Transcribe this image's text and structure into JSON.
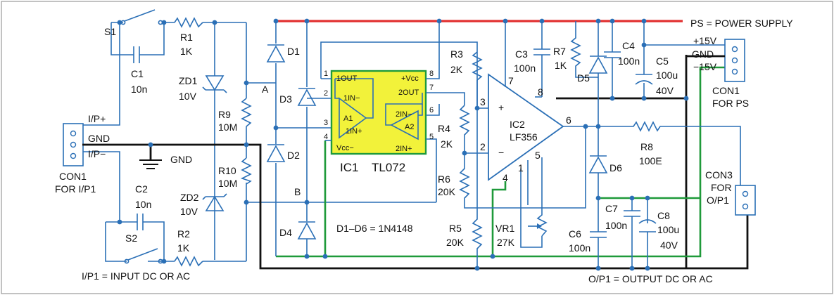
{
  "colors": {
    "wire": "#2a6fb6",
    "power_rail": "#e23030",
    "neg_rail": "#1f9a3a",
    "ground": "#111111",
    "ic_fill": "#f2f23a",
    "ic_border": "#1f9a3a"
  },
  "labels": {
    "ps_note": "PS = POWER SUPPLY",
    "ps_p15": "+15V",
    "ps_gnd": "GND",
    "ps_m15": "−15V",
    "con1ps_name": "CON1",
    "con1ps_for": "FOR PS",
    "con1in_name": "CON1",
    "con1in_for": "FOR I/P1",
    "ip_plus": "I/P+",
    "ip_gnd": "GND",
    "ip_minus": "I/P−",
    "gnd_sym": "GND",
    "input_note": "I/P1 = INPUT DC OR AC",
    "output_note": "O/P1 = OUTPUT DC OR AC",
    "diode_note": "D1–D6 = 1N4148",
    "con3_name": "CON3",
    "con3_for": "FOR",
    "con3_op": "O/P1",
    "node_a": "A",
    "node_b": "B"
  },
  "parts": {
    "s1": "S1",
    "s2": "S2",
    "r1": "R1",
    "r1v": "1K",
    "r2": "R2",
    "r2v": "1K",
    "c1": "C1",
    "c1v": "10n",
    "c2": "C2",
    "c2v": "10n",
    "zd1": "ZD1",
    "zd1v": "10V",
    "zd2": "ZD2",
    "zd2v": "10V",
    "r9": "R9",
    "r9v": "10M",
    "r10": "R10",
    "r10v": "10M",
    "d1": "D1",
    "d2": "D2",
    "d3": "D3",
    "d4": "D4",
    "d5": "D5",
    "d6": "D6",
    "r3": "R3",
    "r3v": "2K",
    "r4": "R4",
    "r4v": "2K",
    "r5": "R5",
    "r5v": "20K",
    "r6": "R6",
    "r6v": "20K",
    "r7": "R7",
    "r7v": "1K",
    "r8": "R8",
    "r8v": "100E",
    "c3": "C3",
    "c3v": "100n",
    "c4": "C4",
    "c4v": "100n",
    "c5": "C5",
    "c5v": "100u",
    "c5w": "40V",
    "c6": "C6",
    "c6v": "100n",
    "c7": "C7",
    "c7v": "100n",
    "c8": "C8",
    "c8v": "100u",
    "c8w": "40V",
    "vr1": "VR1",
    "vr1v": "27K"
  },
  "ic1": {
    "name": "IC1",
    "type": "TL072",
    "p1": "1",
    "p2": "2",
    "p3": "3",
    "p4": "4",
    "p5": "5",
    "p6": "6",
    "p7": "7",
    "p8": "8",
    "l1out": "1OUT",
    "l1inm": "1IN−",
    "l1inp": "1IN+",
    "a1": "A1",
    "lvccp": "+Vcc",
    "l2out": "2OUT",
    "l2inm": "2IN−",
    "l2inp": "2IN+",
    "a2": "A2",
    "lvccm": "Vcc−"
  },
  "ic2": {
    "name": "IC2",
    "type": "LF356",
    "p1": "1",
    "p2": "2",
    "p3": "3",
    "p4": "4",
    "p5": "5",
    "p6": "6",
    "p7": "7",
    "p8": "8",
    "plus": "+",
    "minus": "−"
  }
}
